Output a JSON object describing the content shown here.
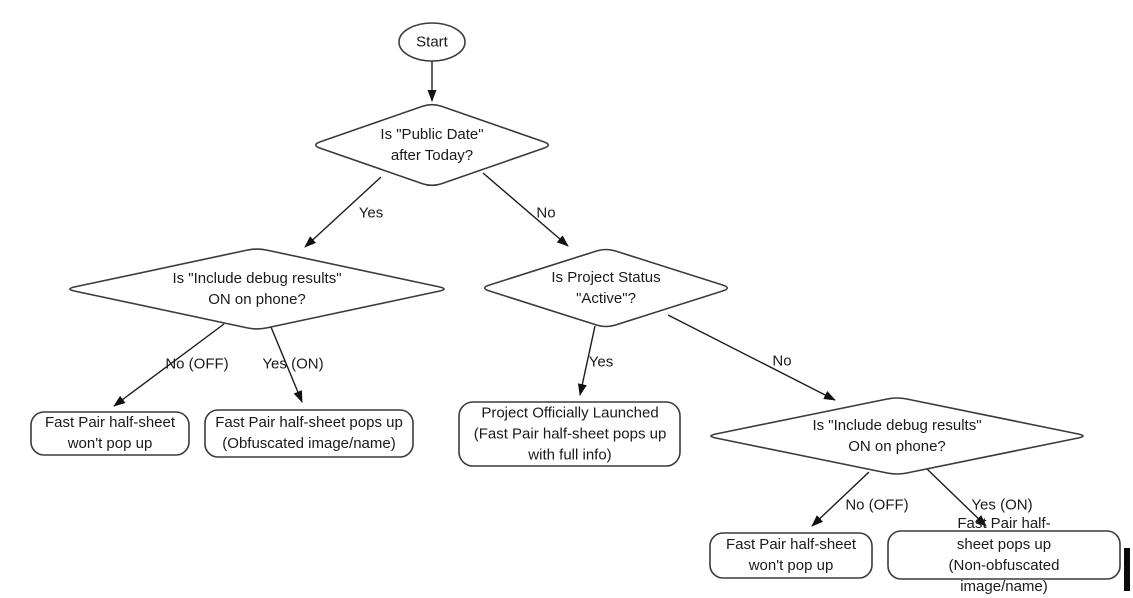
{
  "diagram": {
    "background_color": "#ffffff",
    "shape_stroke_color": "#3b3b3b",
    "text_color": "#1a1a1a",
    "arrow_color": "#111111",
    "nodes": {
      "start": {
        "type": "ellipse",
        "label": "Start"
      },
      "decision_public_date": {
        "type": "diamond",
        "label": "Is \"Public Date\"\nafter Today?"
      },
      "decision_debug_left": {
        "type": "diamond",
        "label": "Is \"Include debug results\"\nON on phone?"
      },
      "decision_project_status": {
        "type": "diamond",
        "label": "Is Project Status\n\"Active\"?"
      },
      "decision_debug_right": {
        "type": "diamond",
        "label": "Is \"Include debug results\"\nON on phone?"
      },
      "box_wont_popup_left": {
        "type": "rounded-box",
        "label": "Fast Pair half-sheet\nwon't pop up"
      },
      "box_obfuscated": {
        "type": "rounded-box",
        "label": "Fast Pair half-sheet pops up\n(Obfuscated image/name)"
      },
      "box_launched": {
        "type": "rounded-box",
        "label": "Project Officially Launched\n(Fast Pair half-sheet pops up\nwith full info)"
      },
      "box_wont_popup_right": {
        "type": "rounded-box",
        "label": "Fast Pair half-sheet\nwon't pop up"
      },
      "box_non_obfuscated": {
        "type": "rounded-box",
        "label": "Fast Pair half-sheet pops up\n(Non-obfuscated image/name)"
      }
    },
    "edge_labels": {
      "yes_top": "Yes",
      "no_top": "No",
      "no_off_left": "No (OFF)",
      "yes_on_left": "Yes (ON)",
      "yes_mid": "Yes",
      "no_mid": "No",
      "no_off_right": "No (OFF)",
      "yes_on_right": "Yes (ON)"
    }
  }
}
